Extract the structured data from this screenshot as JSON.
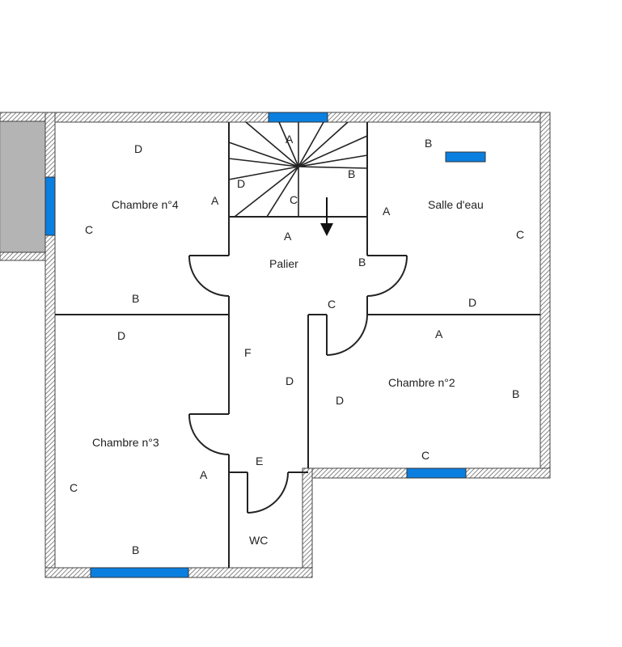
{
  "rooms": {
    "chambre4": "Chambre n°4",
    "salle_eau": "Salle d'eau",
    "palier": "Palier",
    "chambre2": "Chambre n°2",
    "chambre3": "Chambre n°3",
    "wc": "WC"
  },
  "wall_labels": {
    "c4_d": "D",
    "c4_a": "A",
    "c4_c": "C",
    "c4_b": "B",
    "st_a": "A",
    "st_d": "D",
    "st_c": "C",
    "st_b": "B",
    "se_b": "B",
    "se_a": "A",
    "se_c": "C",
    "se_d": "D",
    "pa_a": "A",
    "pa_b": "B",
    "pa_c": "C",
    "pa_f": "F",
    "pa_d": "D",
    "pa_e": "E",
    "c2_a": "A",
    "c2_d": "D",
    "c2_b": "B",
    "c2_c": "C",
    "c3_d": "D",
    "c3_c": "C",
    "c3_a": "A",
    "c3_b": "B"
  },
  "colors": {
    "wall_line": "#444444",
    "window_fill": "#0a7fe0",
    "exterior_grey": "#b4b4b4",
    "arrow": "#111111"
  }
}
